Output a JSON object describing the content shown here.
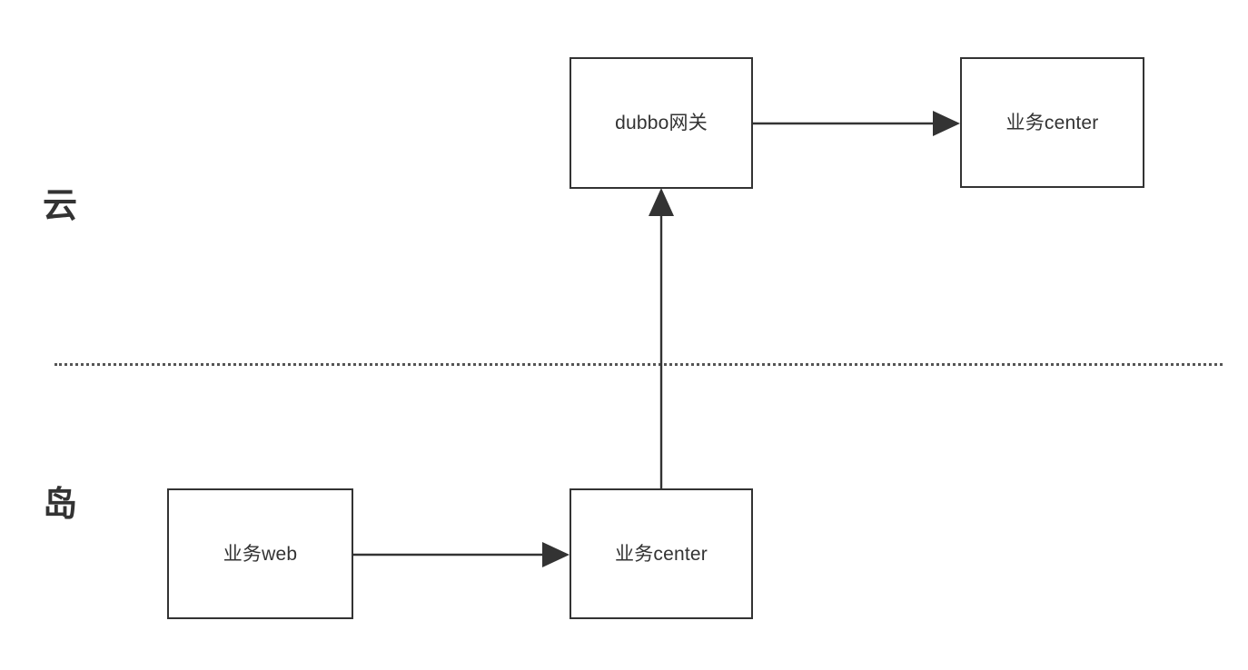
{
  "diagram": {
    "background_color": "#ffffff",
    "stroke_color": "#333333",
    "text_color": "#333333",
    "divider_color": "#555555",
    "zones": [
      {
        "id": "cloud",
        "label": "云"
      },
      {
        "id": "island",
        "label": "岛"
      }
    ],
    "nodes": [
      {
        "id": "dubbo-gateway",
        "label": "dubbo网关",
        "zone": "cloud"
      },
      {
        "id": "cloud-business-center",
        "label": "业务center",
        "zone": "cloud"
      },
      {
        "id": "island-business-web",
        "label": "业务web",
        "zone": "island"
      },
      {
        "id": "island-business-center",
        "label": "业务center",
        "zone": "island"
      }
    ],
    "edges": [
      {
        "id": "gateway-to-cloud-center",
        "from": "dubbo-gateway",
        "to": "cloud-business-center",
        "direction": "right"
      },
      {
        "id": "island-center-to-gateway",
        "from": "island-business-center",
        "to": "dubbo-gateway",
        "direction": "up"
      },
      {
        "id": "web-to-island-center",
        "from": "island-business-web",
        "to": "island-business-center",
        "direction": "right"
      }
    ],
    "divider": {
      "id": "cloud-island-divider",
      "style": "dotted"
    }
  }
}
